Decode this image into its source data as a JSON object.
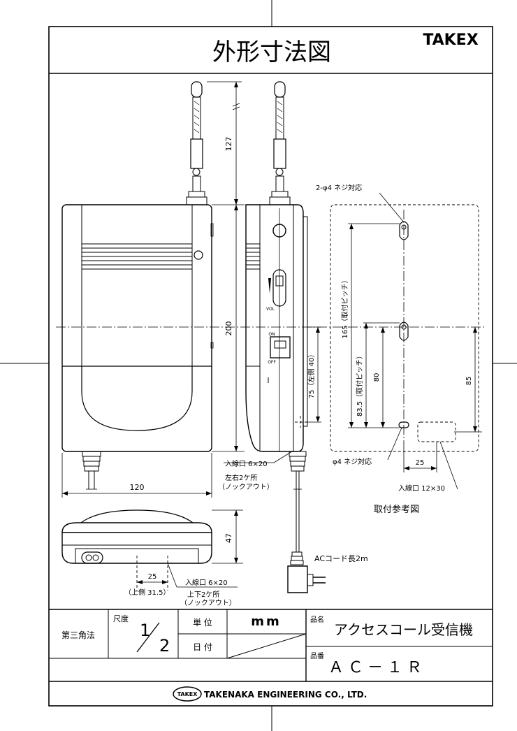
{
  "title": "外形寸法図",
  "brand": "TAKEX",
  "dimensions": {
    "antenna_height": "127",
    "height": "200",
    "width": "120",
    "depth": "47",
    "base_inlet_offset": "25",
    "left_side_offset": "75（左側 40）",
    "mount_pitch_long": "165（取付ピッチ）",
    "mount_pitch_short": "83.5（取付ピッチ）",
    "mount_80": "80",
    "mount_85": "85",
    "mount_25": "25"
  },
  "labels": {
    "vol": "VOL",
    "on": "ON",
    "off": "OFF",
    "screw_top": "2-φ4 ネジ対応",
    "screw_bottom": "φ4 ネジ対応",
    "inlet_side": "入線口  6×20",
    "inlet_side_note1": "左右2ケ所",
    "inlet_side_note2": "（ノックアウト）",
    "inlet_bottom": "入線口  6×20",
    "inlet_bottom_note1": "上下2ケ所",
    "inlet_bottom_note2": "（ノックアウト）",
    "upper_side": "（上側  31.5）",
    "inlet_mount": "入線口  12×30",
    "mount_ref": "取付参考図",
    "ac_cord": "ACコード長2m"
  },
  "title_block": {
    "projection": "第三角法",
    "scale_label": "尺度",
    "scale_num": "1",
    "scale_den": "2",
    "unit_label": "単  位",
    "unit_value": "mm",
    "date_label": "日  付",
    "name_label": "品名",
    "name_value": "アクセスコール受信機",
    "code_label": "品番",
    "code_value": "ＡＣ－１Ｒ",
    "company_logo": "TAKEX",
    "company": "TAKENAKA ENGINEERING CO., LTD."
  }
}
